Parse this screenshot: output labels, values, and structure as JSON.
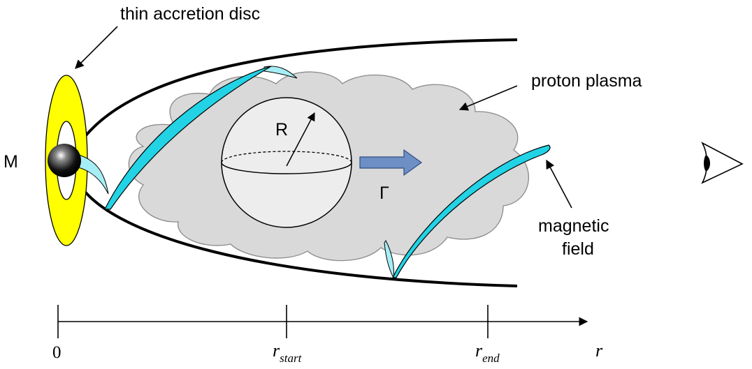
{
  "labels": {
    "disc": "thin accretion disc",
    "plasma": "proton plasma",
    "mass": "M",
    "radius": "R",
    "lorentz": "Γ",
    "magnetic_line1": "magnetic",
    "magnetic_line2": "field"
  },
  "axis": {
    "origin": "0",
    "r_start_main": "r",
    "r_start_sub": "start",
    "r_end_main": "r",
    "r_end_sub": "end",
    "axis_label": "r"
  },
  "colors": {
    "disc": "#ffff00",
    "cloud": "#d9d9d9",
    "field": "#22d3e6",
    "field_light": "#a6eef5",
    "arrow": "#6d8fc6"
  }
}
